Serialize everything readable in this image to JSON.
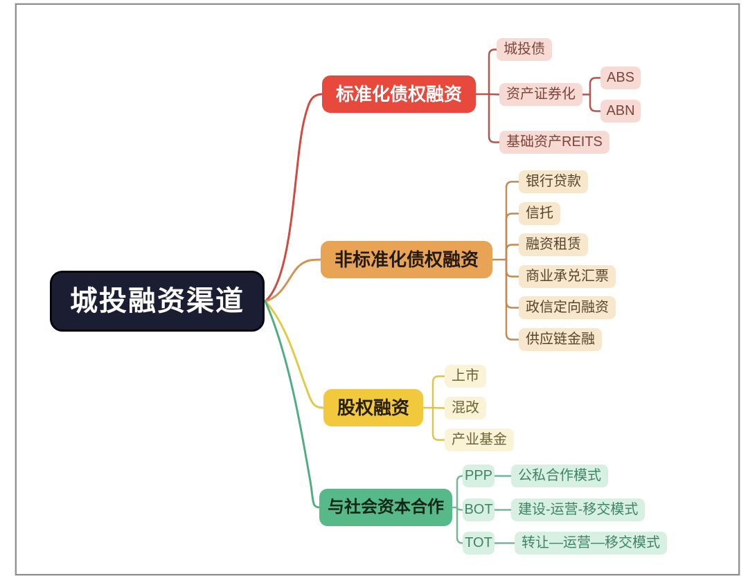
{
  "root": {
    "label": "城投融资渠道",
    "bg": "#1b1d33",
    "text_color": "#ffffff"
  },
  "branches": [
    {
      "label": "标准化债权融资",
      "bg": "#e74a3d",
      "text_color": "#ffffff",
      "line_color": "#d4483d",
      "child_line_color": "#b4544a",
      "child_bg": "#f8dad5",
      "child_text_color": "#7d443c",
      "children": [
        {
          "label": "城投债"
        },
        {
          "label": "资产证券化",
          "children": [
            {
              "label": "ABS"
            },
            {
              "label": "ABN"
            }
          ]
        },
        {
          "label": "基础资产REITS"
        }
      ]
    },
    {
      "label": "非标准化债权融资",
      "bg": "#e8a355",
      "text_color": "#241b10",
      "line_color": "#cf9454",
      "child_line_color": "#c08a50",
      "child_bg": "#f6e7cd",
      "child_text_color": "#59442b",
      "children": [
        {
          "label": "银行贷款"
        },
        {
          "label": "信托"
        },
        {
          "label": "融资租赁"
        },
        {
          "label": "商业承兑汇票"
        },
        {
          "label": "政信定向融资"
        },
        {
          "label": "供应链金融"
        }
      ]
    },
    {
      "label": "股权融资",
      "bg": "#f2c83c",
      "text_color": "#262009",
      "line_color": "#e2ca48",
      "child_line_color": "#dcc44d",
      "child_bg": "#faf3d6",
      "child_text_color": "#6d6136",
      "children": [
        {
          "label": "上市"
        },
        {
          "label": "混改"
        },
        {
          "label": "产业基金"
        }
      ]
    },
    {
      "label": "与社会资本合作",
      "bg": "#57b988",
      "text_color": "#11271a",
      "line_color": "#4fae81",
      "child_line_color": "#74b797",
      "child_bg": "#d8f0e2",
      "child_text_color": "#3e8465",
      "children": [
        {
          "label": "PPP",
          "children": [
            {
              "label": "公私合作模式"
            }
          ]
        },
        {
          "label": "BOT",
          "children": [
            {
              "label": "建设-运营-移交模式"
            }
          ]
        },
        {
          "label": "TOT",
          "children": [
            {
              "label": "转让—运营—移交模式"
            }
          ]
        }
      ]
    }
  ]
}
